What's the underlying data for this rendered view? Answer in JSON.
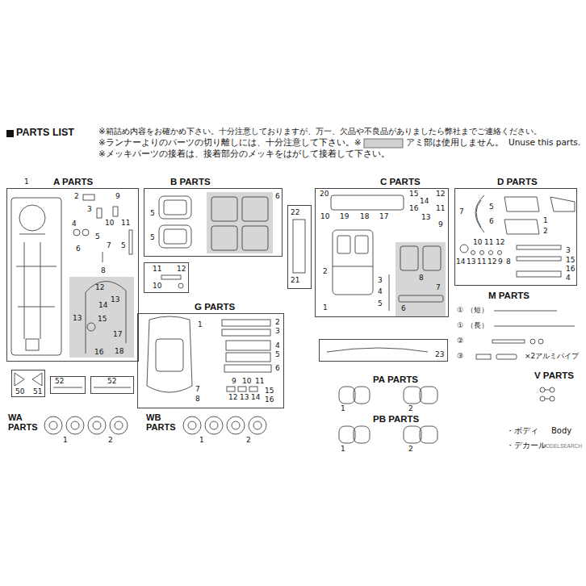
{
  "diagram": {
    "title": "PARTS LIST",
    "nodes": [
      {
        "text": [
          "A PARTS"
        ]
      },
      {
        "text": [
          "B PARTS"
        ]
      },
      {
        "text": [
          "22",
          "21"
        ]
      },
      {
        "text": [
          "C PARTS"
        ]
      },
      {
        "text": [
          "D PARTS"
        ]
      },
      {
        "text": [
          "11",
          "12",
          "10"
        ]
      },
      {
        "text": [
          "G PARTS"
        ]
      },
      {
        "text": [
          "23"
        ]
      },
      {
        "text": [
          "50",
          "51"
        ]
      },
      {
        "text": [
          "52"
        ]
      },
      {
        "text": [
          "52"
        ]
      }
    ],
    "labels": [
      "※箱詰め内容をお確かめ下さい。十分注意しておりますが、万一、欠品や不良品がありましたら弊社までご連絡ください。",
      "※ランナーよりのパーツの切り離しには、十分注意して下さい。※",
      "アミ部は使用しません。",
      "Unuse this parts.",
      "※メッキパーツの接着は、接着部分のメッキをはがして接着して下さい。",
      "1",
      "2",
      "9",
      "3",
      "4",
      "10",
      "11",
      "5",
      "6",
      "7",
      "5",
      "8",
      "12",
      "13",
      "14",
      "13",
      "15",
      "17",
      "18",
      "16",
      "5",
      "5",
      "6",
      "20",
      "15",
      "12",
      "14",
      "16",
      "11",
      "13",
      "9",
      "10",
      "19",
      "18",
      "17",
      "2",
      "1",
      "3",
      "4",
      "5",
      "8",
      "7",
      "6",
      "7",
      "5",
      "6",
      "1",
      "2",
      "10",
      "11",
      "12",
      "14",
      "13",
      "11",
      "12",
      "9",
      "8",
      "3",
      "15",
      "16",
      "4",
      "M PARTS",
      "①",
      "（短）",
      "①",
      "（長）",
      "②",
      "③",
      "×2アルミパイプ",
      "1",
      "7",
      "8",
      "2",
      "3",
      "4",
      "5",
      "6",
      "9",
      "10",
      "11",
      "12",
      "13",
      "14",
      "15",
      "16",
      "PA PARTS",
      "1",
      "2",
      "PB PARTS",
      "1",
      "2",
      "WA PARTS",
      "1",
      "2",
      "WB PARTS",
      "1",
      "2",
      "V PARTS",
      "・ボディ",
      "Body",
      "・デカール",
      "MODELSEARCH"
    ]
  }
}
